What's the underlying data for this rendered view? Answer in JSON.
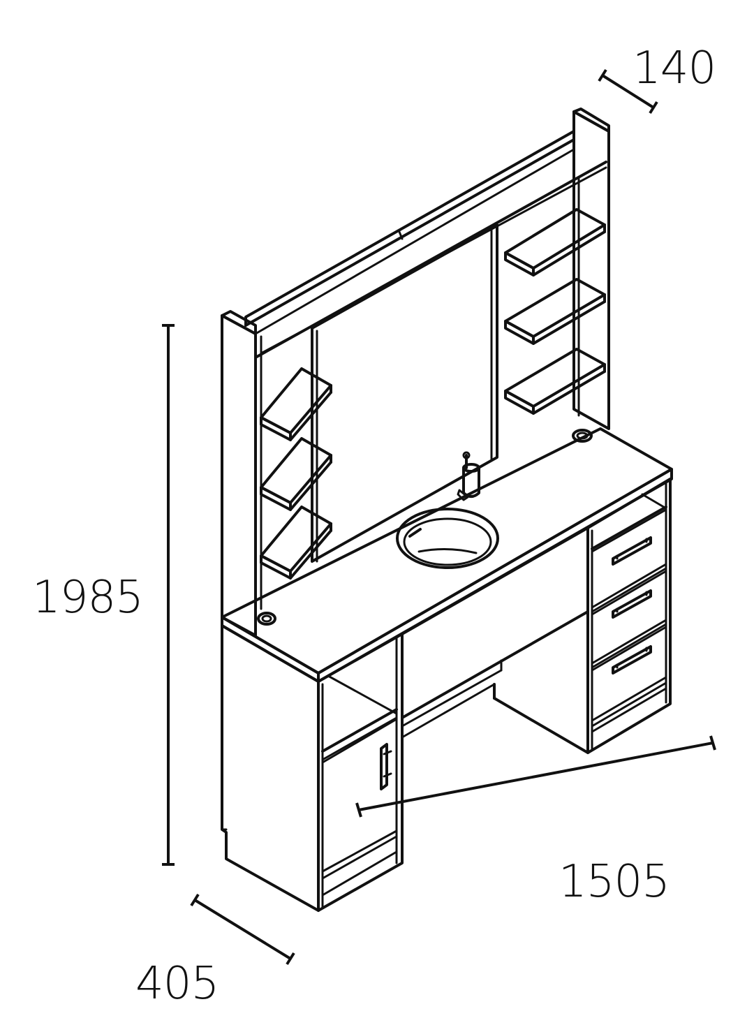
{
  "dimensions": {
    "height": "1985",
    "width": "1505",
    "depth": "405",
    "top_depth": "140"
  },
  "colors": {
    "line": "#111111",
    "background": "#ffffff"
  }
}
